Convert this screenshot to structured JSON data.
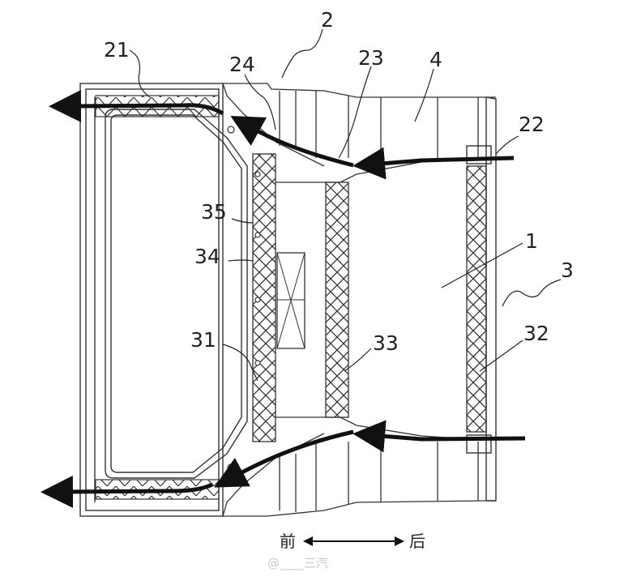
{
  "labels": {
    "l1": "1",
    "l2": "2",
    "l3": "3",
    "l4": "4",
    "l21": "21",
    "l22": "22",
    "l23": "23",
    "l24": "24",
    "l31": "31",
    "l32": "32",
    "l33": "33",
    "l34": "34",
    "l35": "35"
  },
  "direction": {
    "front": "前",
    "rear": "后"
  },
  "watermark": "@____三汽"
}
